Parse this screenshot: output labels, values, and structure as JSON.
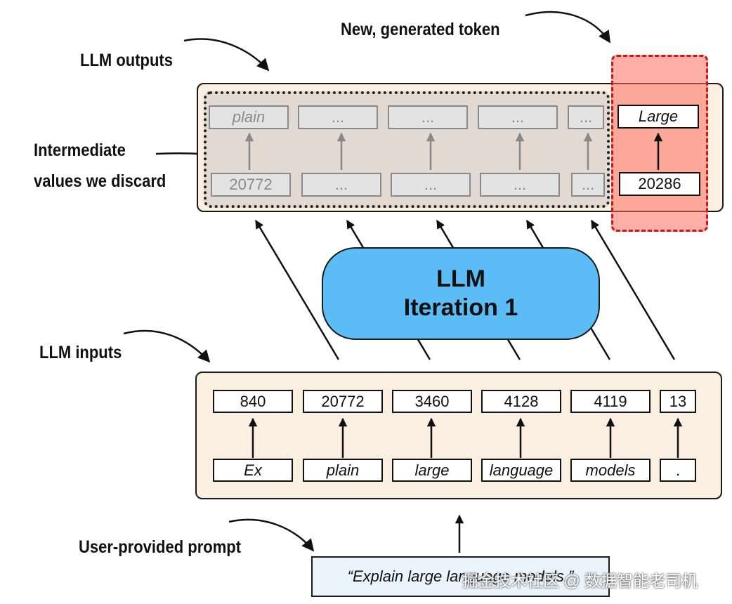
{
  "labels": {
    "new_token": "New, generated token",
    "llm_outputs": "LLM outputs",
    "intermediate_line1": "Intermediate",
    "intermediate_line2": "values we discard",
    "llm_inputs": "LLM inputs",
    "user_prompt": "User-provided prompt"
  },
  "llm_block": {
    "line1": "LLM",
    "line2": "Iteration 1",
    "color": "#5bbcf6"
  },
  "outputs": {
    "discarded_words": [
      "plain",
      "...",
      "...",
      "...",
      "..."
    ],
    "discarded_ids": [
      "20772",
      "...",
      "...",
      "...",
      "..."
    ],
    "new_word": "Large",
    "new_id": "20286"
  },
  "inputs": {
    "ids": [
      "840",
      "20772",
      "3460",
      "4128",
      "4119",
      "13"
    ],
    "words": [
      "Ex",
      "plain",
      "large",
      "language",
      "models",
      "."
    ]
  },
  "prompt": {
    "text": "“Explain large language models.”"
  },
  "watermark": "掘金技术社区 @ 数据智能老司机",
  "colors": {
    "panel_fill": "#fbefe2",
    "new_token_fill": "#ff6e5f",
    "new_token_border": "#c61a1a",
    "prompt_fill": "#eaf4fb"
  }
}
